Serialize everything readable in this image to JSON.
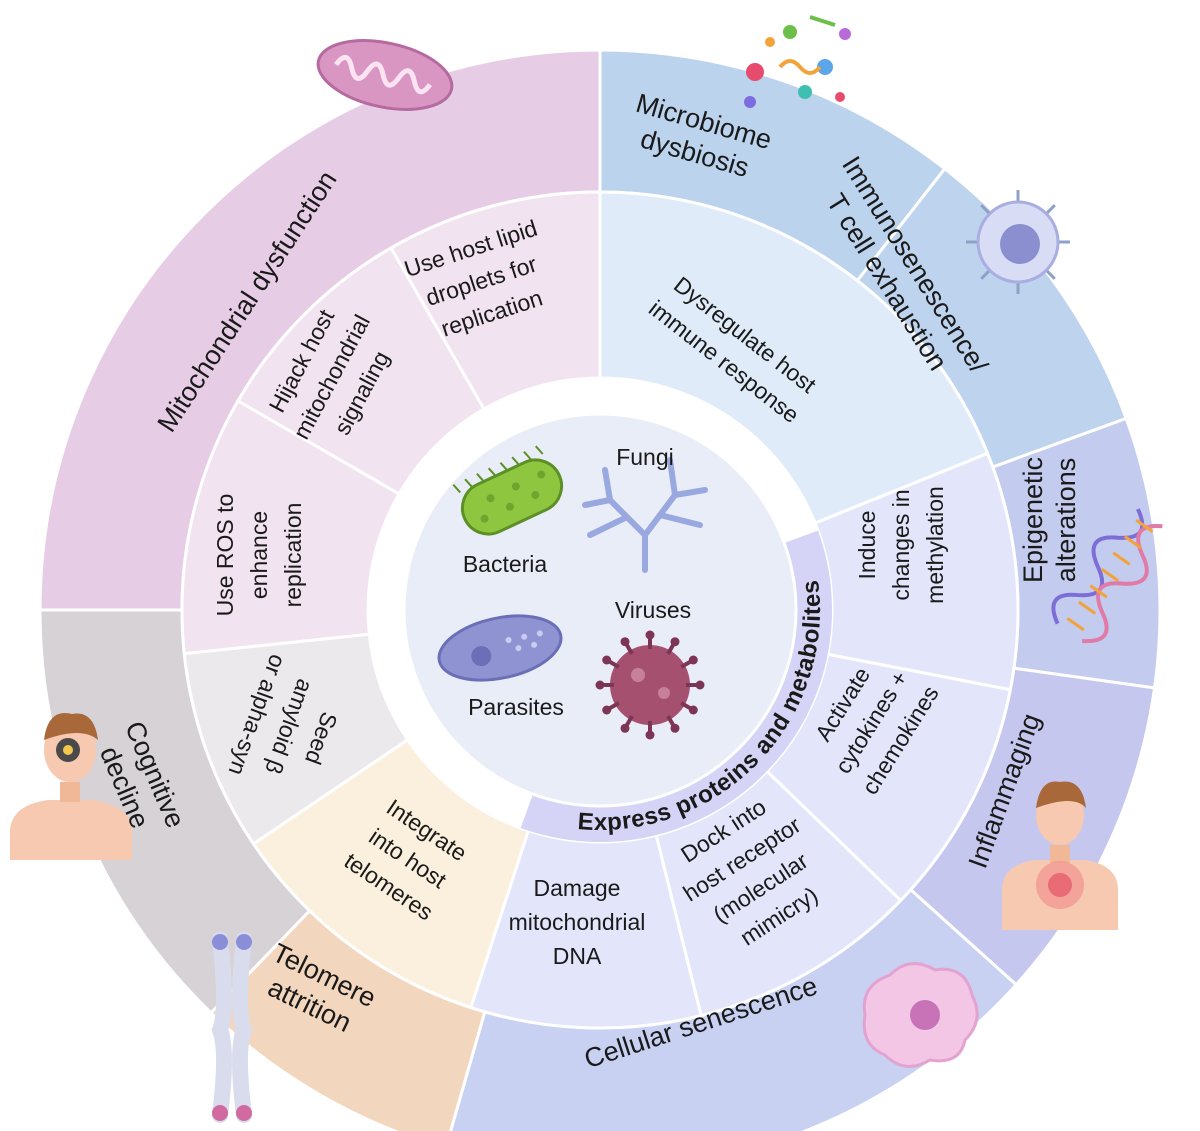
{
  "colors": {
    "mitochondrial": "#e6cde5",
    "mitochondrial_inner": "#f1e3ef",
    "microbiome": "#bcd3ee",
    "immuno": "#bed3ee",
    "epigenetic": "#c3cbee",
    "inflammaging": "#c6c7ee",
    "cellular": "#c8d1f2",
    "telomere": "#f2d6bd",
    "telomere_inner": "#fbf0de",
    "cognitive": "#d6d2d6",
    "cognitive_inner": "#ece9ec",
    "blue_inner": "#dfebf8",
    "violet_inner": "#e3e6fb",
    "band": "#d5d3f6",
    "core": "#e9edf8"
  },
  "hallmarks": [
    {
      "id": "mitochondrial",
      "lines": [
        "Mitochondrial dysfunction"
      ]
    },
    {
      "id": "microbiome",
      "lines": [
        "Microbiome",
        "dysbiosis"
      ]
    },
    {
      "id": "immuno",
      "lines": [
        "Immunosenescence/",
        "T cell exhaustion"
      ]
    },
    {
      "id": "epigenetic",
      "lines": [
        "Epigenetic",
        "alterations"
      ]
    },
    {
      "id": "inflammaging",
      "lines": [
        "Inflammaging"
      ]
    },
    {
      "id": "cellular",
      "lines": [
        "Cellular senescence"
      ]
    },
    {
      "id": "telomere",
      "lines": [
        "Telomere",
        "attrition"
      ]
    },
    {
      "id": "cognitive",
      "lines": [
        "Cognitive",
        "decline"
      ]
    }
  ],
  "mechanisms": [
    {
      "id": "lipid",
      "lines": [
        "Use host lipid",
        "droplets for",
        "replication"
      ]
    },
    {
      "id": "hijack",
      "lines": [
        "Hijack host",
        "mitochondrial",
        "signaling"
      ]
    },
    {
      "id": "ros",
      "lines": [
        "Use ROS to",
        "enhance",
        "replication"
      ]
    },
    {
      "id": "dysregulate",
      "lines": [
        "Dysregulate host",
        "immune response"
      ]
    },
    {
      "id": "methylation",
      "lines": [
        "Induce",
        "changes in",
        "methylation"
      ]
    },
    {
      "id": "cytokines",
      "lines": [
        "Activate",
        "cytokines +",
        "chemokines"
      ]
    },
    {
      "id": "dock",
      "lines": [
        "Dock into",
        "host receptor",
        "(molecular",
        "mimicry)"
      ]
    },
    {
      "id": "damage",
      "lines": [
        "Damage",
        "mitochondrial",
        "DNA"
      ]
    },
    {
      "id": "integrate",
      "lines": [
        "Integrate",
        "into host",
        "telomeres"
      ]
    },
    {
      "id": "seed",
      "lines": [
        "Seed",
        "amyloid β",
        "or alpha-syn"
      ]
    }
  ],
  "band_label": "Express proteins and metabolites",
  "pathogens": [
    "Bacteria",
    "Fungi",
    "Viruses",
    "Parasites"
  ],
  "icons": [
    "mitochondrion-icon",
    "microbes-icon",
    "t-cell-icon",
    "dna-helix-icon",
    "inflamed-person-icon",
    "senescent-cell-icon",
    "chromosome-icon",
    "head-gear-icon",
    "bacterium-icon",
    "fungus-icon",
    "parasite-icon",
    "virus-icon"
  ]
}
